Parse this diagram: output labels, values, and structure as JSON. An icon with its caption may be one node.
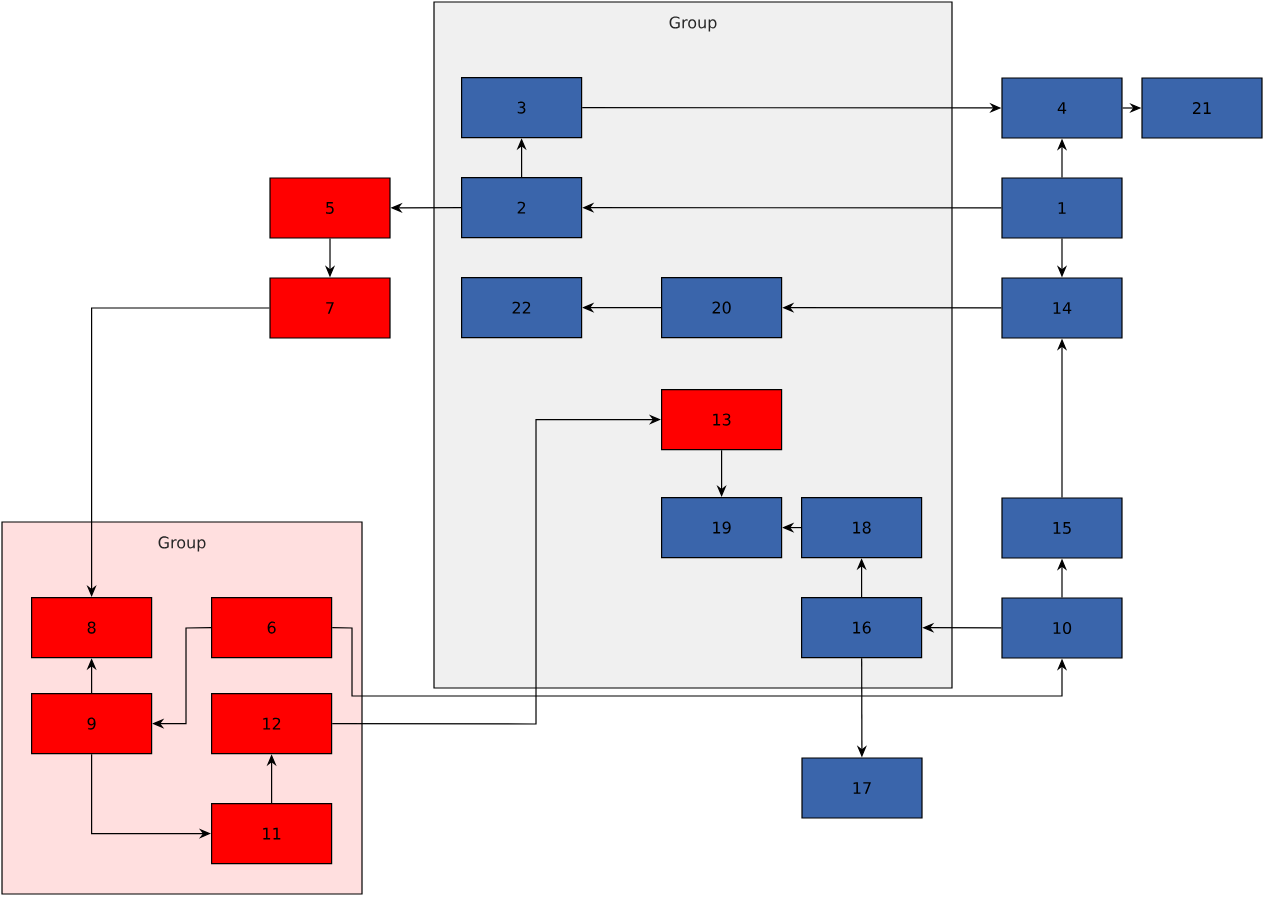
{
  "diagram": {
    "nodes": [
      {
        "text": [
          "Group"
        ]
      },
      {
        "text": [
          "3"
        ],
        "in": 0
      },
      {
        "text": [
          "4"
        ]
      },
      {
        "text": [
          "21"
        ]
      },
      {
        "text": [
          "5"
        ]
      },
      {
        "text": [
          "2"
        ],
        "in": 0
      },
      {
        "text": [
          "1"
        ]
      },
      {
        "text": [
          "7"
        ]
      },
      {
        "text": [
          "22"
        ],
        "in": 0
      },
      {
        "text": [
          "20"
        ],
        "in": 0
      },
      {
        "text": [
          "14"
        ]
      },
      {
        "text": [
          "13"
        ],
        "in": 0
      },
      {
        "text": [
          "Group"
        ]
      },
      {
        "text": [
          "19"
        ],
        "in": 0
      },
      {
        "text": [
          "18"
        ],
        "in": 0
      },
      {
        "text": [
          "15"
        ]
      },
      {
        "text": [
          "8"
        ],
        "in": 12
      },
      {
        "text": [
          "6"
        ],
        "in": 12
      },
      {
        "text": [
          "16"
        ],
        "in": 0
      },
      {
        "text": [
          "10"
        ]
      },
      {
        "text": [
          "9"
        ],
        "in": 12
      },
      {
        "text": [
          "12"
        ],
        "in": 12
      },
      {
        "text": [
          "17"
        ]
      },
      {
        "text": [
          "11"
        ],
        "in": 12
      }
    ],
    "edges": [
      {
        "from": 1,
        "to": 2,
        "arrow": "to"
      },
      {
        "from": 2,
        "to": 3,
        "arrow": "to"
      },
      {
        "from": 6,
        "to": 2,
        "arrow": "to"
      },
      {
        "from": 6,
        "to": 5,
        "arrow": "to"
      },
      {
        "from": 5,
        "to": 1,
        "arrow": "to"
      },
      {
        "from": 5,
        "to": 4,
        "arrow": "to"
      },
      {
        "from": 4,
        "to": 7,
        "arrow": "to"
      },
      {
        "from": 7,
        "to": 16,
        "arrow": "to"
      },
      {
        "from": 6,
        "to": 10,
        "arrow": "to"
      },
      {
        "from": 10,
        "to": 9,
        "arrow": "to"
      },
      {
        "from": 9,
        "to": 8,
        "arrow": "to"
      },
      {
        "from": 15,
        "to": 10,
        "arrow": "to"
      },
      {
        "from": 19,
        "to": 15,
        "arrow": "to"
      },
      {
        "from": 19,
        "to": 18,
        "arrow": "to"
      },
      {
        "from": 18,
        "to": 14,
        "arrow": "to"
      },
      {
        "from": 14,
        "to": 13,
        "arrow": "to"
      },
      {
        "from": 11,
        "to": 13,
        "arrow": "to"
      },
      {
        "from": 18,
        "to": 22,
        "arrow": "to"
      },
      {
        "from": 21,
        "to": 11,
        "arrow": "to"
      },
      {
        "from": 17,
        "to": 19,
        "arrow": "to"
      },
      {
        "from": 17,
        "to": 20,
        "arrow": "to"
      },
      {
        "from": 20,
        "to": 16,
        "arrow": "to"
      },
      {
        "from": 20,
        "to": 23,
        "arrow": "to"
      },
      {
        "from": 23,
        "to": 21,
        "arrow": "to"
      }
    ]
  }
}
